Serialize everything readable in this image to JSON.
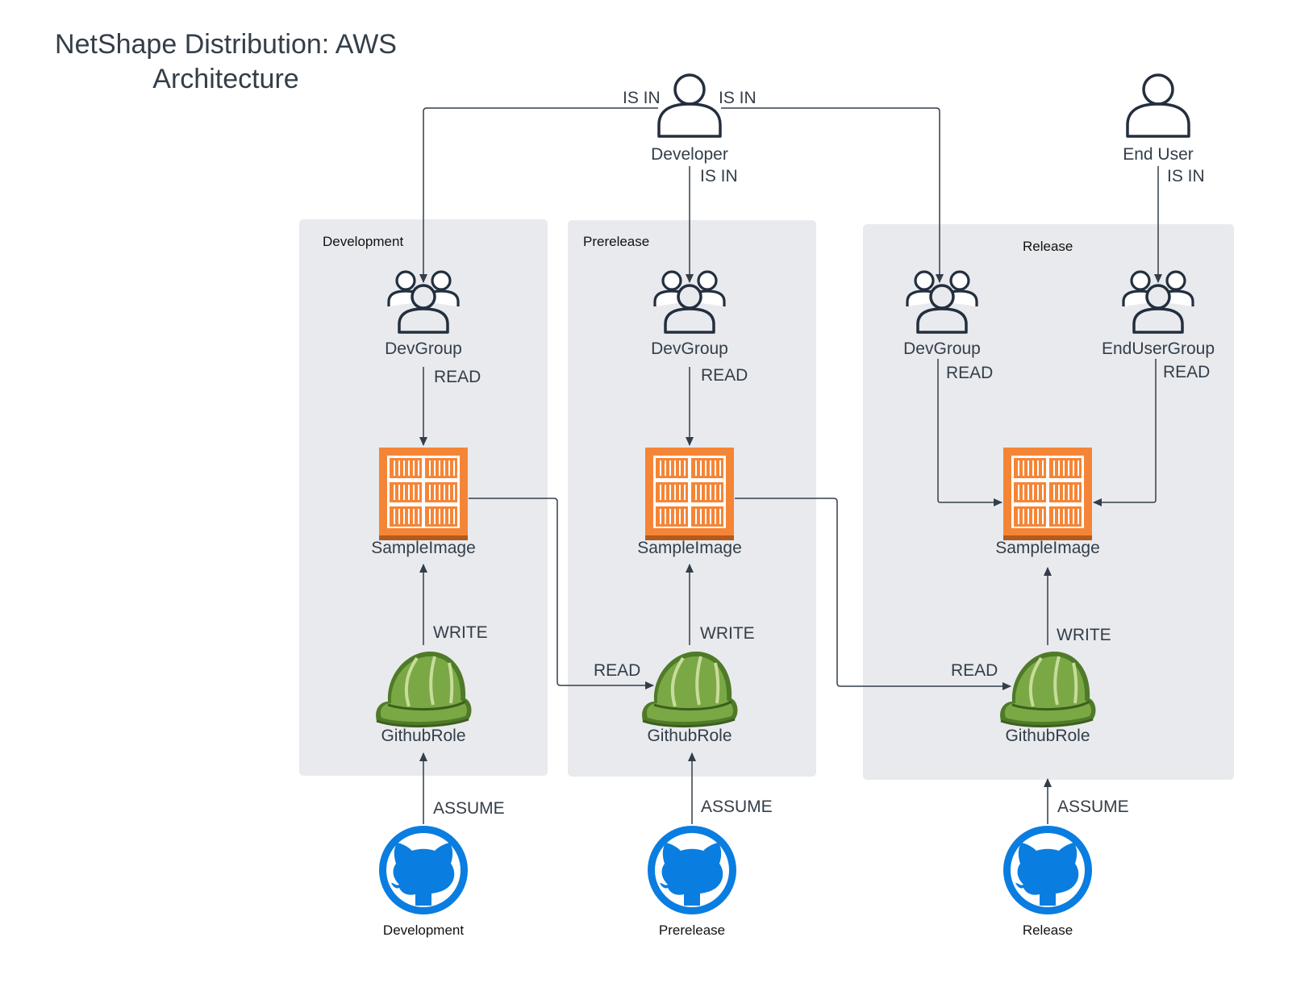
{
  "title": {
    "line1": "NetShape Distribution: AWS",
    "line2": "Architecture"
  },
  "users": {
    "developer": "Developer",
    "end_user": "End User"
  },
  "environments": [
    {
      "label": "Development",
      "group": "DevGroup",
      "image": "SampleImage",
      "role": "GithubRole",
      "repo": "Development"
    },
    {
      "label": "Prerelease",
      "group": "DevGroup",
      "image": "SampleImage",
      "role": "GithubRole",
      "repo": "Prerelease"
    },
    {
      "label": "Release",
      "group": "DevGroup",
      "extra_group": "EndUserGroup",
      "image": "SampleImage",
      "role": "GithubRole",
      "repo": "Release"
    }
  ],
  "edges": {
    "is_in": "IS IN",
    "read": "READ",
    "write": "WRITE",
    "assume": "ASSUME"
  },
  "colors": {
    "panel": "#e9eaee",
    "line": "#333e48",
    "repository": "#f58536",
    "role_helmet": "#6b9a3e",
    "github": "#0a7de0"
  },
  "icons": {
    "user": "user-icon",
    "group": "user-group-icon",
    "repository": "container-repository-icon",
    "role": "iam-role-helmet-icon",
    "github": "github-icon"
  }
}
